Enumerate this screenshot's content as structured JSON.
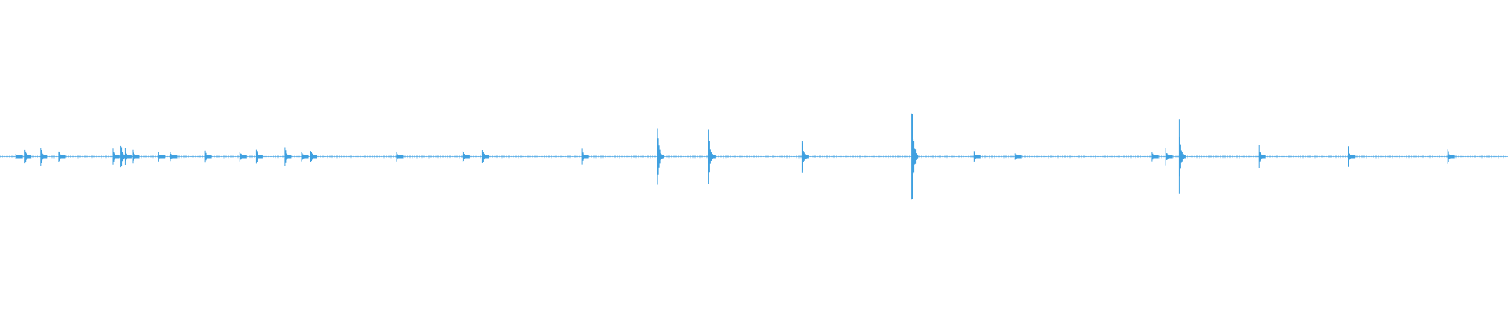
{
  "waveform": {
    "color": "#3fa0e0",
    "baseline_color": "#7cc0ee",
    "peaks": [
      {
        "t": 0.0105,
        "amp": 0.02
      },
      {
        "t": 0.0165,
        "amp": 0.05
      },
      {
        "t": 0.027,
        "amp": 0.06
      },
      {
        "t": 0.039,
        "amp": 0.04
      },
      {
        "t": 0.075,
        "amp": 0.05
      },
      {
        "t": 0.08,
        "amp": 0.09
      },
      {
        "t": 0.083,
        "amp": 0.05
      },
      {
        "t": 0.088,
        "amp": 0.04
      },
      {
        "t": 0.105,
        "amp": 0.03
      },
      {
        "t": 0.113,
        "amp": 0.03
      },
      {
        "t": 0.136,
        "amp": 0.04
      },
      {
        "t": 0.159,
        "amp": 0.04
      },
      {
        "t": 0.17,
        "amp": 0.05
      },
      {
        "t": 0.189,
        "amp": 0.06
      },
      {
        "t": 0.2,
        "amp": 0.04
      },
      {
        "t": 0.206,
        "amp": 0.05
      },
      {
        "t": 0.263,
        "amp": 0.03
      },
      {
        "t": 0.307,
        "amp": 0.04
      },
      {
        "t": 0.32,
        "amp": 0.05
      },
      {
        "t": 0.386,
        "amp": 0.05
      },
      {
        "t": 0.436,
        "amp": 0.17
      },
      {
        "t": 0.47,
        "amp": 0.16
      },
      {
        "t": 0.532,
        "amp": 0.13
      },
      {
        "t": 0.6045,
        "amp": 0.4
      },
      {
        "t": 0.646,
        "amp": 0.04
      },
      {
        "t": 0.673,
        "amp": 0.03
      },
      {
        "t": 0.764,
        "amp": 0.03
      },
      {
        "t": 0.773,
        "amp": 0.05
      },
      {
        "t": 0.782,
        "amp": 0.22
      },
      {
        "t": 0.835,
        "amp": 0.07
      },
      {
        "t": 0.894,
        "amp": 0.06
      },
      {
        "t": 0.96,
        "amp": 0.05
      }
    ]
  }
}
